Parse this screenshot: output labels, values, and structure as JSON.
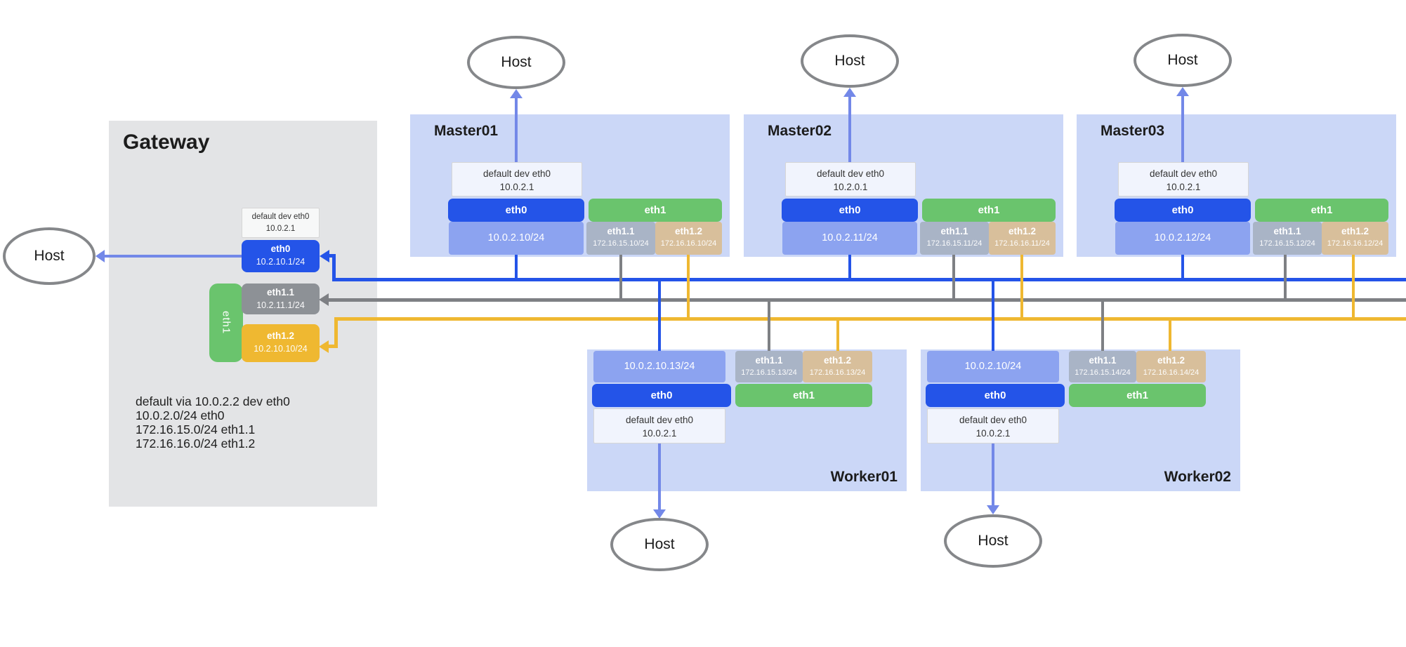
{
  "hosts": {
    "label": "Host"
  },
  "gateway": {
    "title": "Gateway",
    "default_route": {
      "line1": "default dev eth0",
      "line2": "10.0.2.1"
    },
    "eth0": {
      "label": "eth0",
      "ip": "10.2.10.1/24"
    },
    "eth1": {
      "label": "eth1"
    },
    "eth1_1": {
      "label": "eth1.1",
      "ip": "10.2.11.1/24"
    },
    "eth1_2": {
      "label": "eth1.2",
      "ip": "10.2.10.10/24"
    },
    "routes": [
      "default via 10.0.2.2 dev eth0",
      "10.0.2.0/24 eth0",
      "172.16.15.0/24 eth1.1",
      "172.16.16.0/24 eth1.2"
    ]
  },
  "masters": [
    {
      "title": "Master01",
      "default_route": {
        "line1": "default dev eth0",
        "line2": "10.0.2.1"
      },
      "eth0": {
        "label": "eth0",
        "ip": "10.0.2.10/24"
      },
      "eth1": {
        "label": "eth1"
      },
      "eth1_1": {
        "label": "eth1.1",
        "ip": "172.16.15.10/24"
      },
      "eth1_2": {
        "label": "eth1.2",
        "ip": "172.16.16.10/24"
      }
    },
    {
      "title": "Master02",
      "default_route": {
        "line1": "default dev eth0",
        "line2": "10.2.0.1"
      },
      "eth0": {
        "label": "eth0",
        "ip": "10.0.2.11/24"
      },
      "eth1": {
        "label": "eth1"
      },
      "eth1_1": {
        "label": "eth1.1",
        "ip": "172.16.15.11/24"
      },
      "eth1_2": {
        "label": "eth1.2",
        "ip": "172.16.16.11/24"
      }
    },
    {
      "title": "Master03",
      "default_route": {
        "line1": "default dev eth0",
        "line2": "10.0.2.1"
      },
      "eth0": {
        "label": "eth0",
        "ip": "10.0.2.12/24"
      },
      "eth1": {
        "label": "eth1"
      },
      "eth1_1": {
        "label": "eth1.1",
        "ip": "172.16.15.12/24"
      },
      "eth1_2": {
        "label": "eth1.2",
        "ip": "172.16.16.12/24"
      }
    }
  ],
  "workers": [
    {
      "title": "Worker01",
      "default_route": {
        "line1": "default dev eth0",
        "line2": "10.0.2.1"
      },
      "eth0": {
        "label": "eth0",
        "ip": "10.0.2.10.13/24"
      },
      "eth1": {
        "label": "eth1"
      },
      "eth1_1": {
        "label": "eth1.1",
        "ip": "172.16.15.13/24"
      },
      "eth1_2": {
        "label": "eth1.2",
        "ip": "172.16.16.13/24"
      }
    },
    {
      "title": "Worker02",
      "default_route": {
        "line1": "default dev eth0",
        "line2": "10.0.2.1"
      },
      "eth0": {
        "label": "eth0",
        "ip": "10.0.2.10/24"
      },
      "eth1": {
        "label": "eth1"
      },
      "eth1_1": {
        "label": "eth1.1",
        "ip": "172.16.15.14/24"
      },
      "eth1_2": {
        "label": "eth1.2",
        "ip": "172.16.16.14/24"
      }
    }
  ],
  "colors": {
    "eth0_blue": "#2454e8",
    "eth0_ip_light_blue": "#8ca3f0",
    "eth1_green": "#6ac46d",
    "eth1_1_slate": "#a9b4c6",
    "eth1_2_tan": "#d8bf9b",
    "gateway_eth1_1_gray": "#8d9196",
    "gateway_eth1_2_yellow": "#efb831",
    "bus_gray": "#7e8084",
    "node_background": "#cbd7f7",
    "gateway_background": "#e3e4e6",
    "host_link_periwinkle": "#7388e8"
  }
}
